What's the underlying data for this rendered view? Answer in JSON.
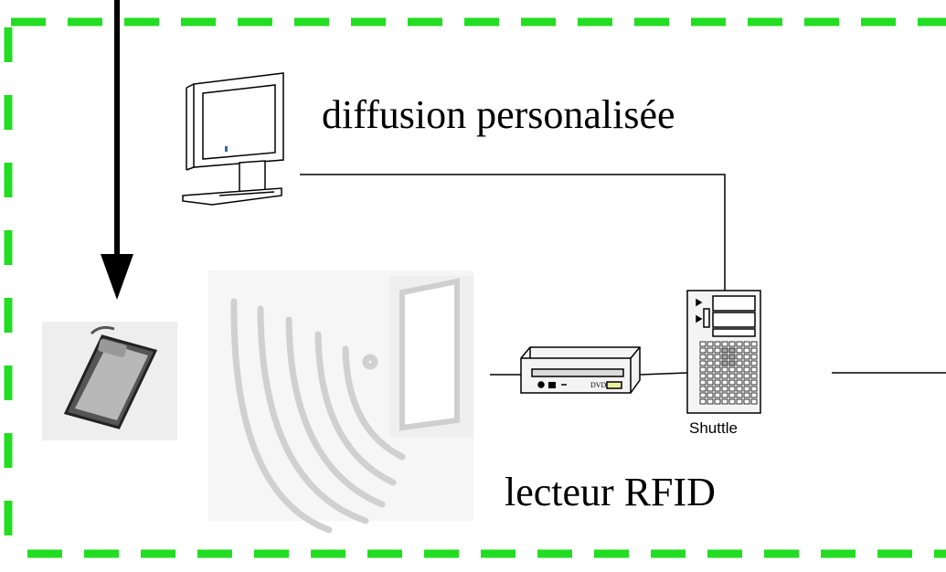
{
  "labels": {
    "personalized_broadcast": "diffusion personalisée",
    "rfid_reader": "lecteur RFID",
    "server_brand": "Shuttle",
    "dvd_badge": "DVD"
  },
  "colors": {
    "boundary": "#22dd22",
    "lines": "#000000",
    "faded": "#d8d8d8"
  },
  "icons": [
    "monitor-icon",
    "rfid-tag-icon",
    "radio-waves-icon",
    "antenna-panel-icon",
    "dvd-drive-icon",
    "tower-server-icon",
    "arrow-down-icon"
  ]
}
